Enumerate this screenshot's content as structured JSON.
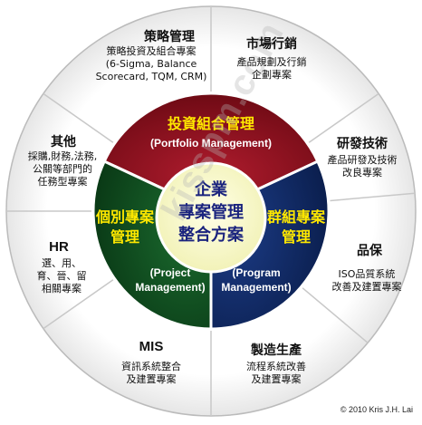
{
  "center": {
    "lines": [
      "企業",
      "專案管理",
      "整合方案"
    ]
  },
  "inner_segments": {
    "top": {
      "title": "投資組合管理",
      "subtitle": "(Portfolio Management)",
      "color": "#8a0f1d"
    },
    "left": {
      "title_lines": [
        "個別專案",
        "管理"
      ],
      "subtitle_lines": [
        "(Project",
        "Management)"
      ],
      "color": "#0f4a1f"
    },
    "right": {
      "title_lines": [
        "群組專案",
        "管理"
      ],
      "subtitle_lines": [
        "(Program",
        "Management)"
      ],
      "color": "#102a63"
    }
  },
  "outer_sectors": [
    {
      "id": "strategy",
      "title": "策略管理",
      "body": [
        "策略投資及組合專案",
        "(6-Sigma, Balance",
        "Scorecard, TQM, CRM)"
      ]
    },
    {
      "id": "marketing",
      "title": "市場行銷",
      "body": [
        "產品規劃及行銷",
        "企劃專案"
      ]
    },
    {
      "id": "rnd",
      "title": "研發技術",
      "body": [
        "產品研發及技術",
        "改良專案"
      ]
    },
    {
      "id": "quality",
      "title": "品保",
      "body": [
        "ISO品質系統",
        "改善及建置專案"
      ]
    },
    {
      "id": "manufacturing",
      "title": "製造生產",
      "body": [
        "流程系統改善",
        "及建置專案"
      ]
    },
    {
      "id": "mis",
      "title": "MIS",
      "body": [
        "資訊系統整合",
        "及建置專案"
      ]
    },
    {
      "id": "hr",
      "title": "HR",
      "body": [
        "選、用、",
        "育、晉、留",
        "相關專案"
      ]
    },
    {
      "id": "other",
      "title": "其他",
      "body": [
        "採購,財務,法務,",
        "公關等部門的",
        "任務型專案"
      ]
    }
  ],
  "colors": {
    "center_fill": "#fbfbd2",
    "center_text": "#1a237e",
    "inner_title_text": "#ffe800",
    "inner_subtitle_text": "#ffffff",
    "outer_ring": "#ffffff",
    "outer_ring_shadow": "#d0d0d0"
  },
  "watermark": "kisspm.com",
  "copyright": "© 2010 Kris J.H. Lai"
}
